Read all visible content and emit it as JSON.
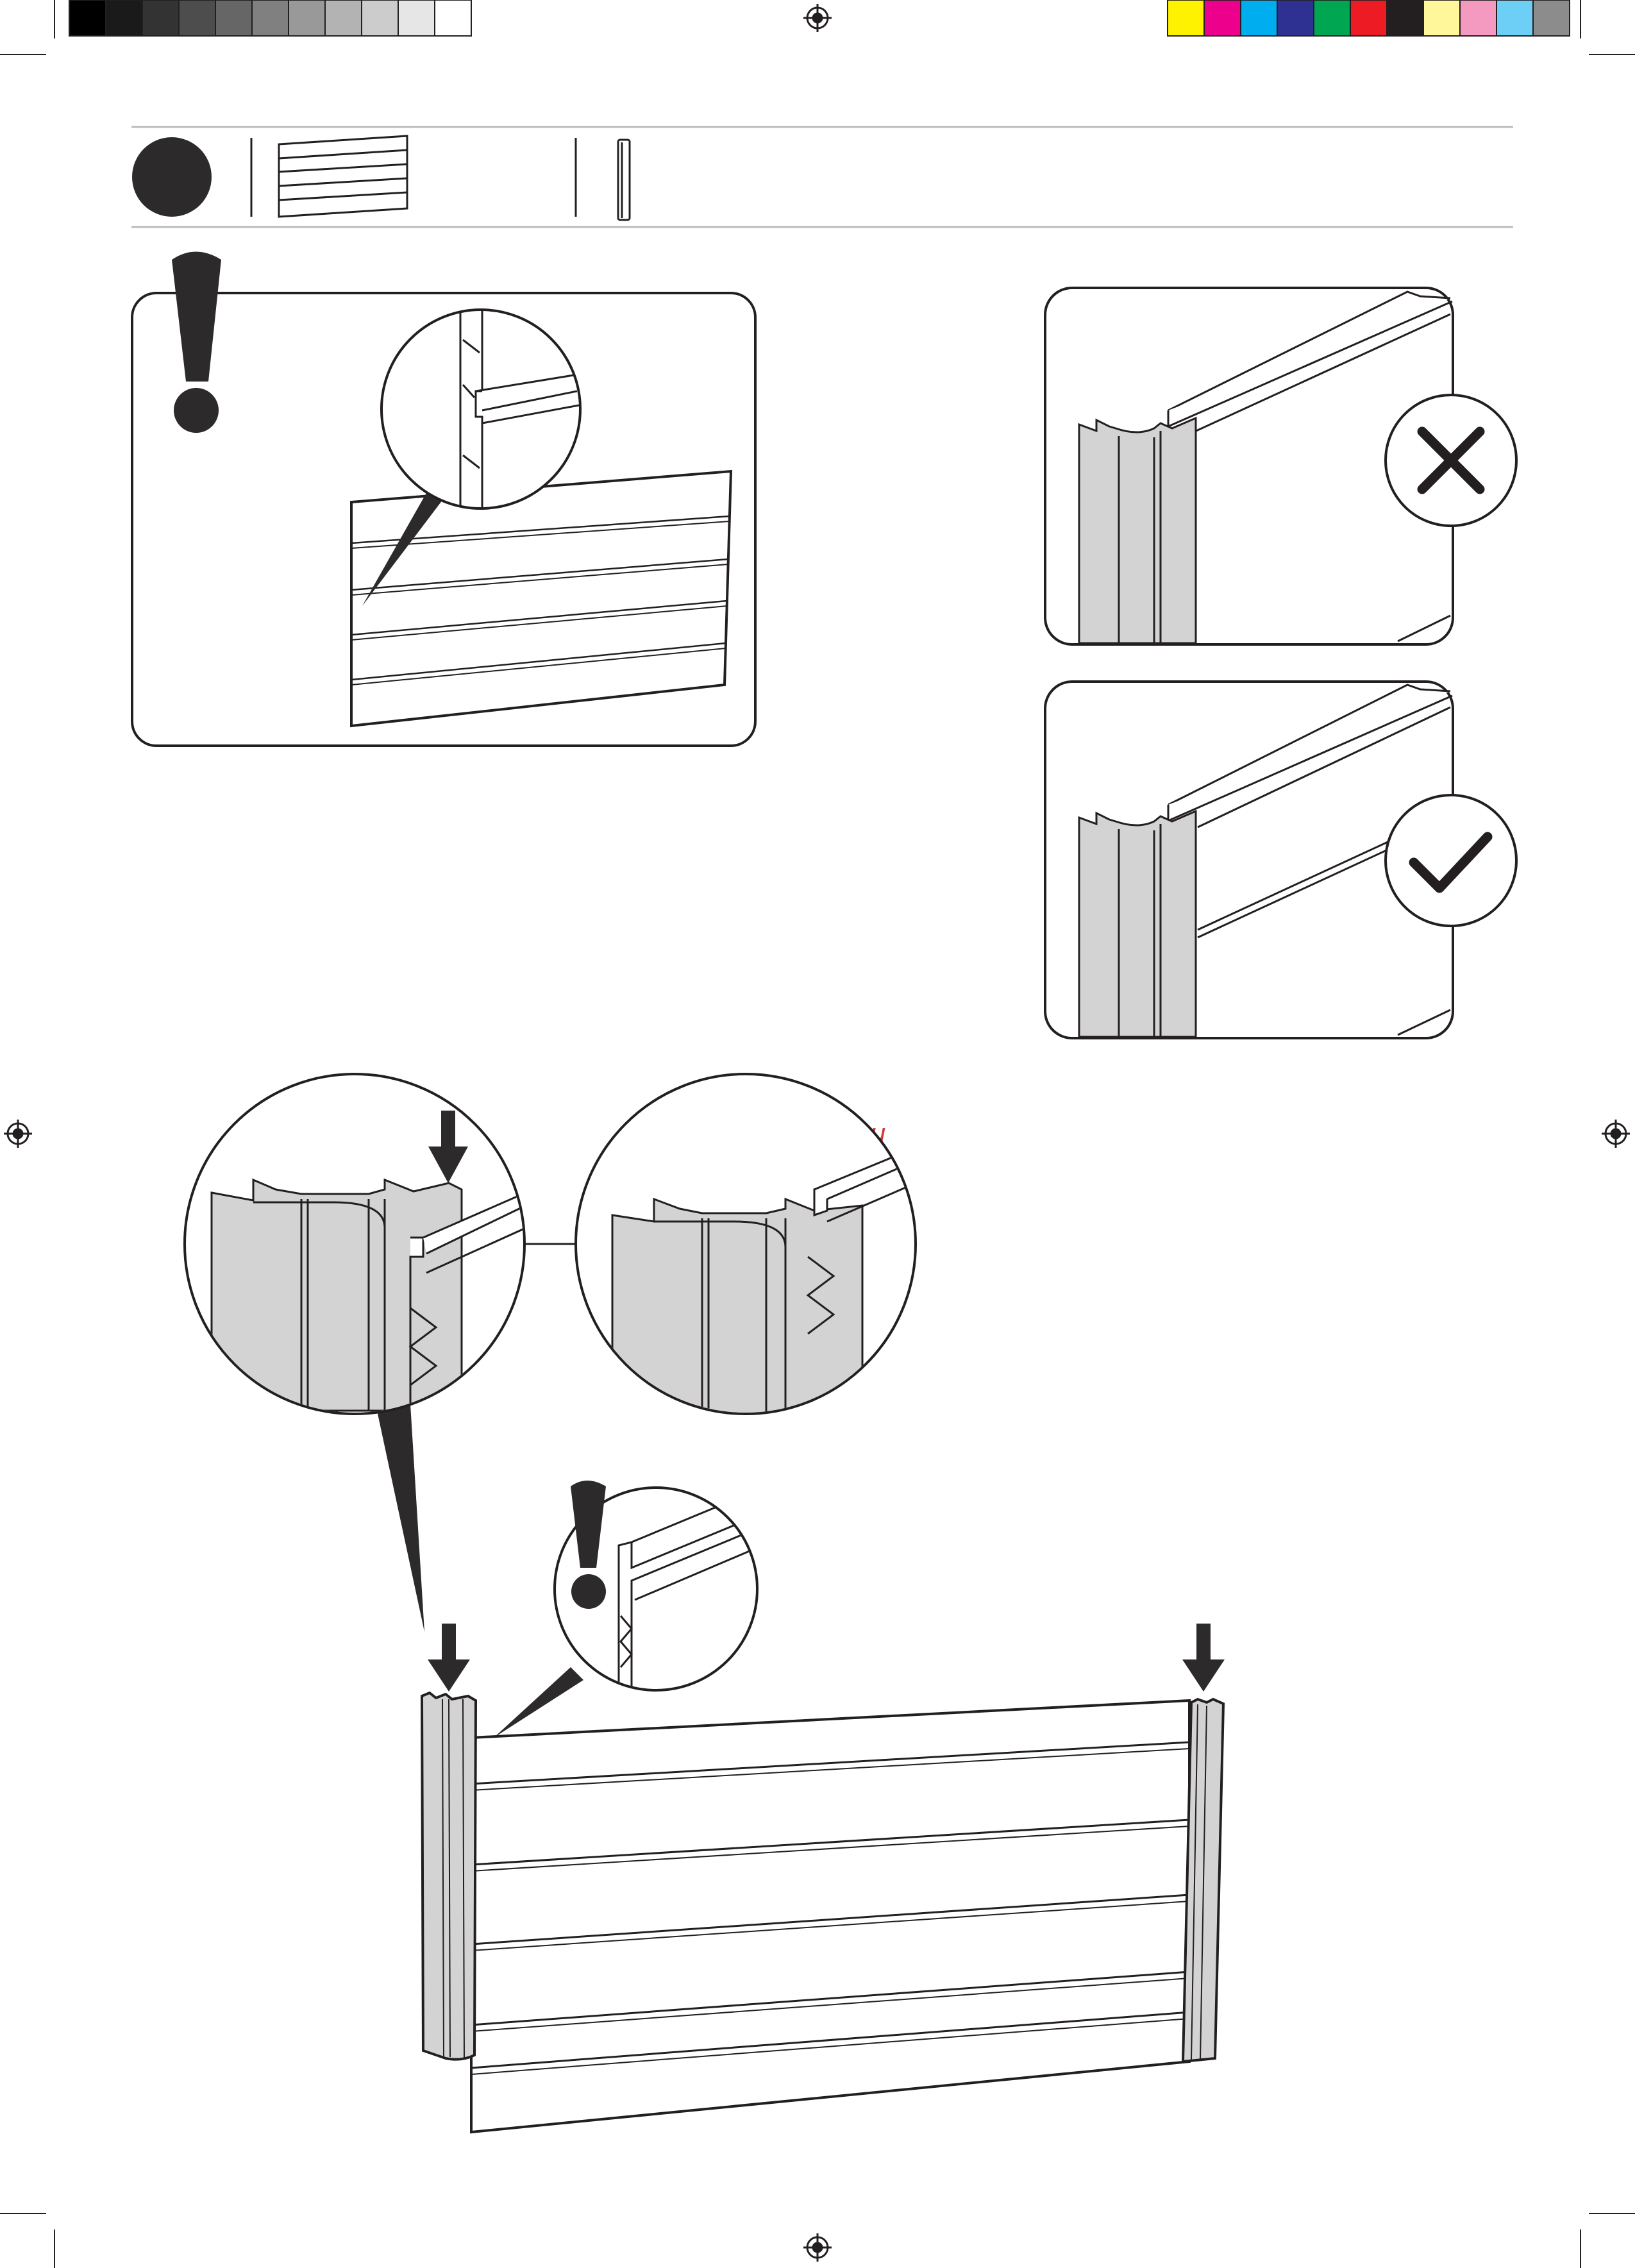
{
  "watermark": {
    "text": "McGrp.Ru"
  },
  "print_marks": {
    "gray_swatches": [
      "#000000",
      "#1a1a1a",
      "#333333",
      "#4d4d4d",
      "#666666",
      "#808080",
      "#999999",
      "#b3b3b3",
      "#cccccc",
      "#e6e6e6",
      "#ffffff"
    ],
    "color_swatches": [
      "#fff200",
      "#ec008c",
      "#00aeef",
      "#2e3192",
      "#00a651",
      "#ed1c24",
      "#231f20",
      "#fff799",
      "#f49ac1",
      "#6dcff6",
      "#8c8c8c"
    ]
  },
  "step": {
    "parts": [
      "wall-panel",
      "connector-profile"
    ]
  },
  "panels": {
    "wrong": {
      "verdict": "incorrect"
    },
    "right": {
      "verdict": "correct"
    }
  },
  "colors": {
    "ink": "#231f20",
    "profile_fill": "#d3d3d3",
    "warning_fill": "#2d2a2b"
  }
}
